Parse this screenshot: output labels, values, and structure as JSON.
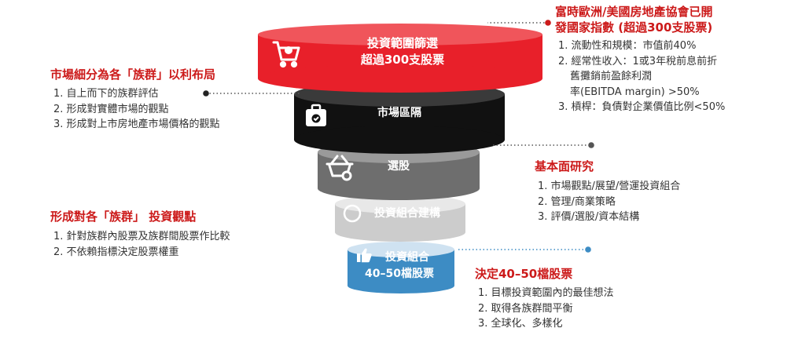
{
  "funnel": {
    "tiers": [
      {
        "lines": [
          "投資範圍篩選",
          "超過300支股票"
        ],
        "icon": "shopping-cart-icon",
        "color": "#e8202a"
      },
      {
        "lines": [
          "市場區隔"
        ],
        "icon": "briefcase-check-icon",
        "color": "#111111"
      },
      {
        "lines": [
          "選股"
        ],
        "icon": "basket-gear-icon",
        "color": "#6e6e6e"
      },
      {
        "lines": [
          "投資組合建構"
        ],
        "icon": "dollar-coin-icon",
        "color": "#c8c8c8"
      },
      {
        "lines": [
          "投資組合",
          "40–50檔股票"
        ],
        "icon": "thumbs-up-icon",
        "color": "#3d8cc4"
      }
    ]
  },
  "left": {
    "segment": {
      "heading": "市場細分為各「族群」以利布局",
      "items": [
        "1. 自上而下的族群評估",
        "2. 形成對實體市場的觀點",
        "3. 形成對上市房地產市場價格的觀點"
      ]
    },
    "view": {
      "heading": "形成對各「族群」 投資觀點",
      "items": [
        "1. 針對族群內股票及族群間股票作比較",
        "2. 不依賴指標決定股票權重"
      ]
    }
  },
  "right": {
    "index": {
      "heading_lines": [
        "富時歐洲/美國房地產協會已開",
        "發國家指數 (超過300支股票)"
      ],
      "items": [
        "1. 流動性和規模：市值前40%",
        "2. 經常性收入：1或3年稅前息前折",
        "舊攤銷前盈餘利潤",
        "率(EBITDA margin) >50%",
        "3. 槓桿：負債對企業價值比例<50%"
      ]
    },
    "research": {
      "heading": "基本面研究",
      "items": [
        "1. 市場觀點/展望/營運投資組合",
        "2. 管理/商業策略",
        "3. 評價/選股/資本結構"
      ]
    },
    "decide": {
      "heading": "決定40–50檔股票",
      "items": [
        "1. 目標投資範圍內的最佳想法",
        "2. 取得各族群間平衡",
        "3. 全球化、多樣化"
      ]
    }
  },
  "colors": {
    "accent": "#cc1a1a",
    "connector": "#555555",
    "blue_connector": "#3d8cc4"
  }
}
